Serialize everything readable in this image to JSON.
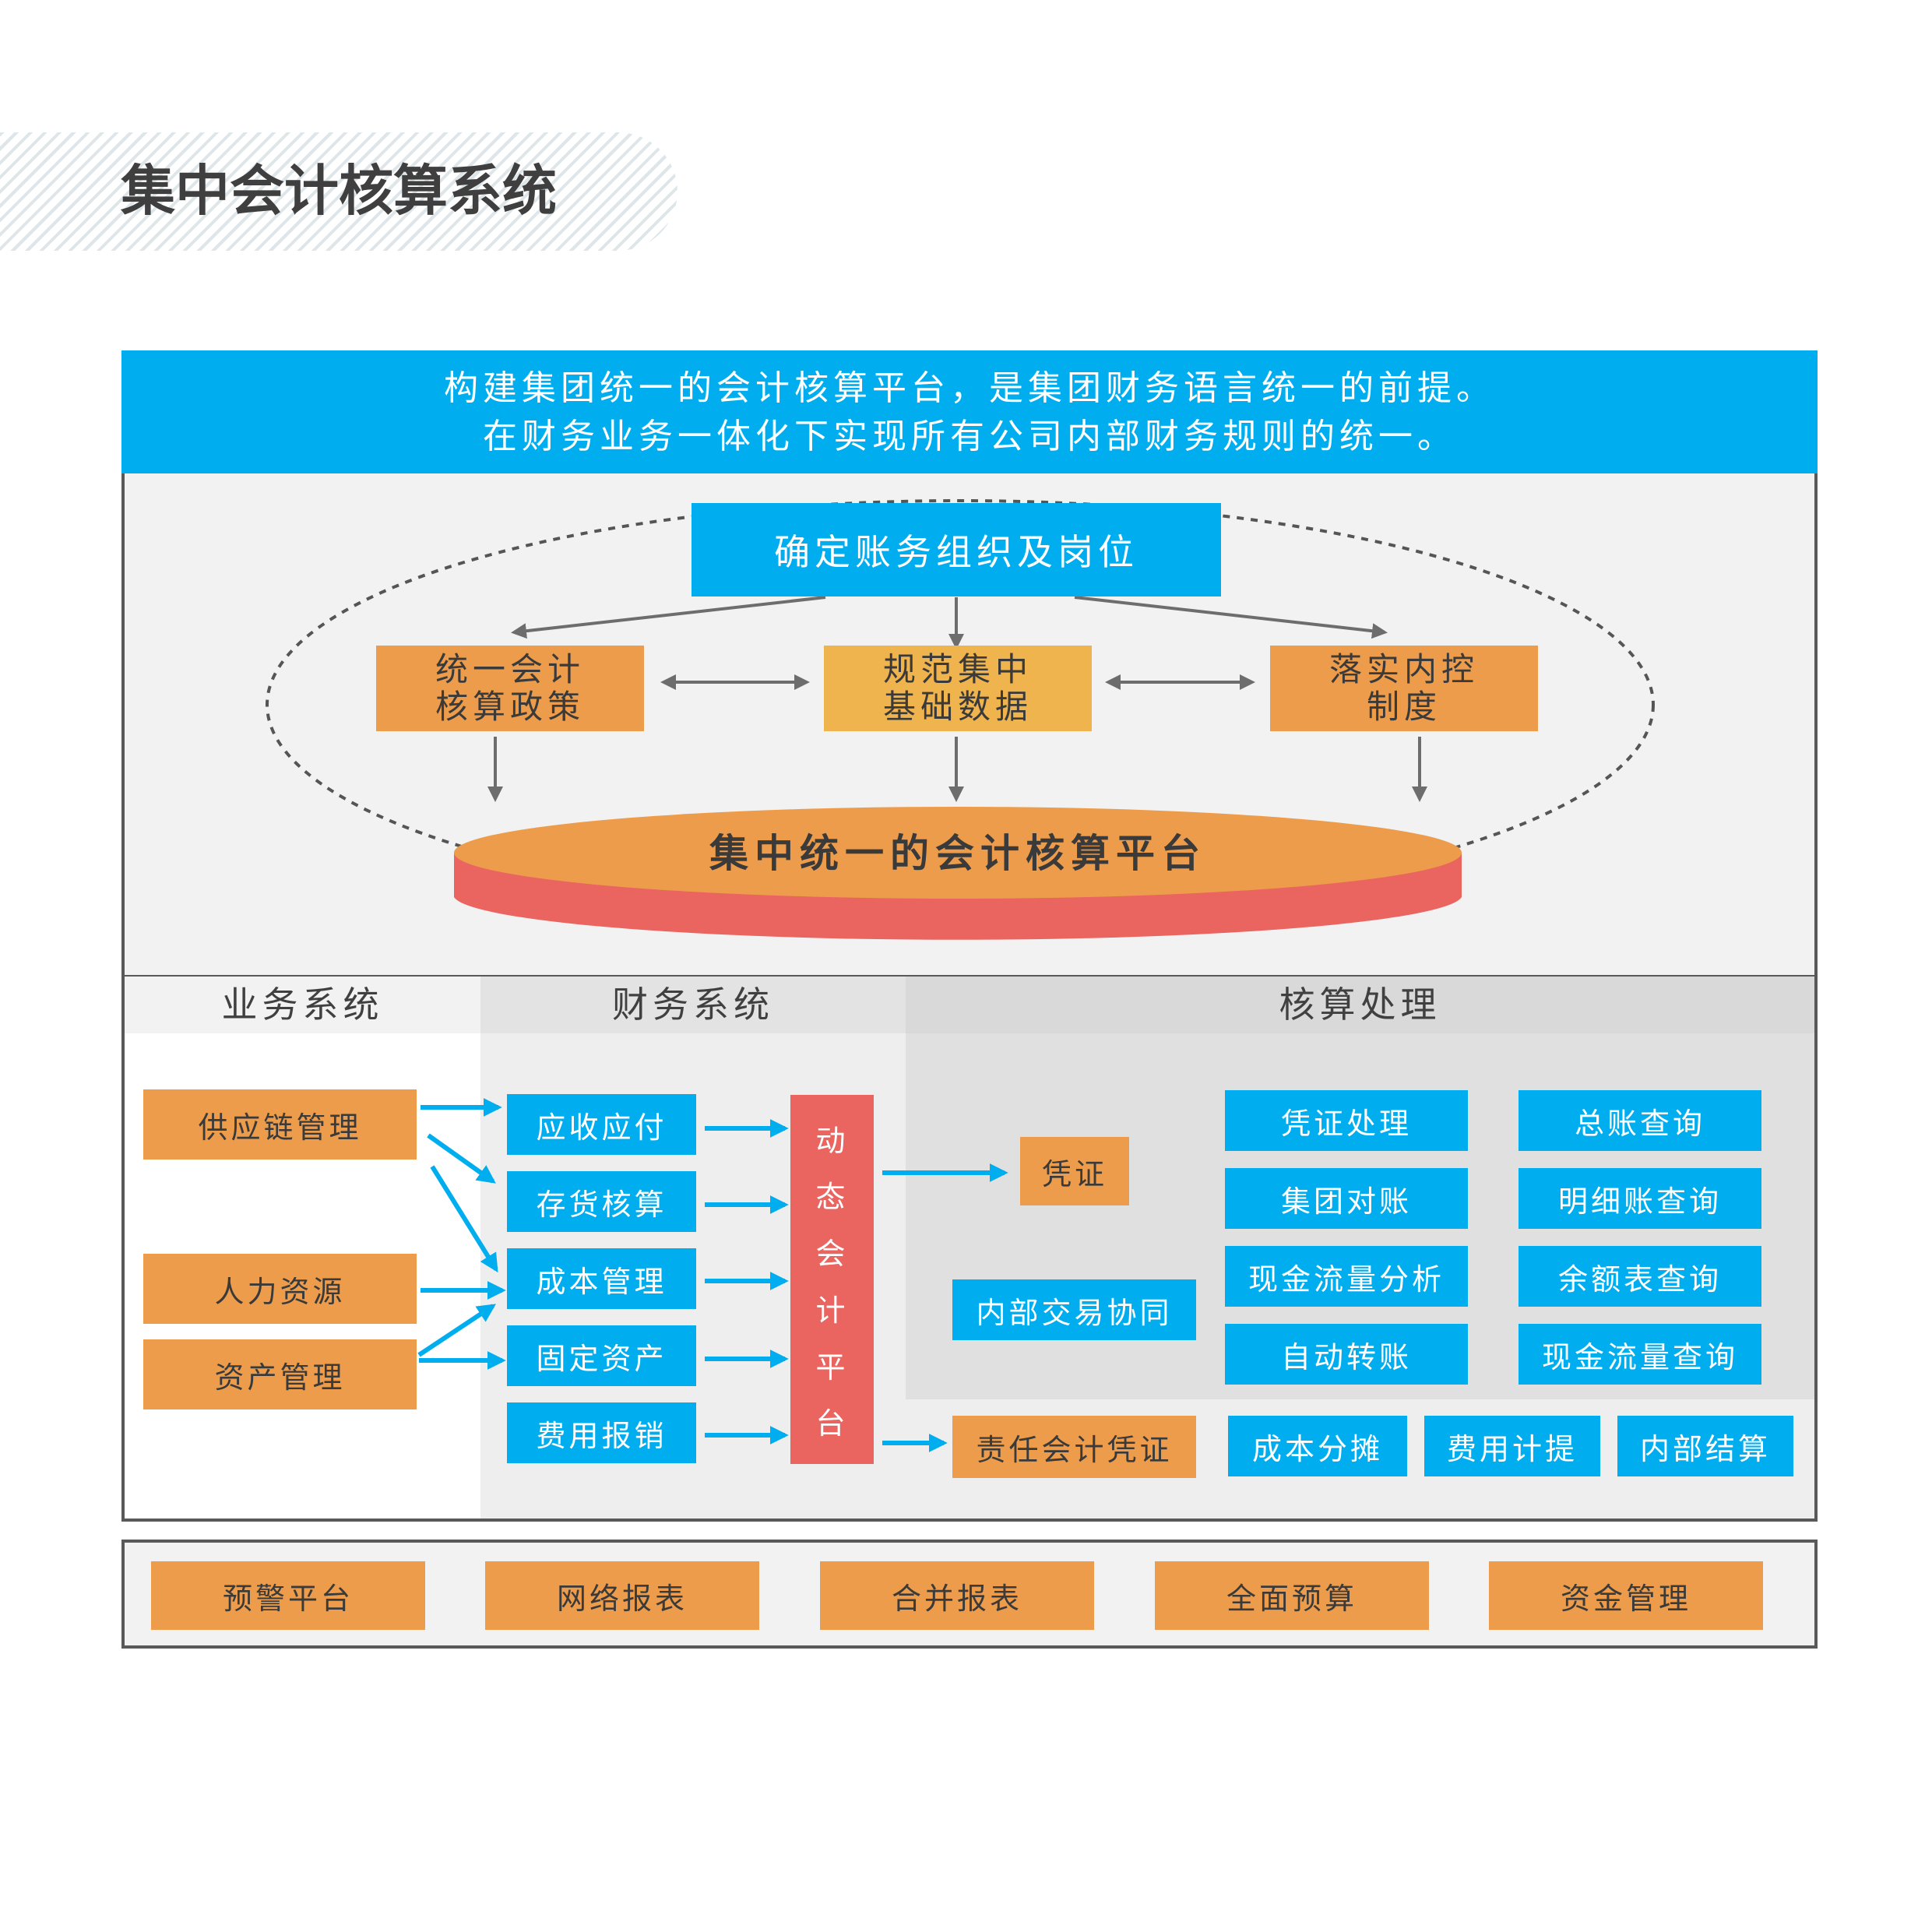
{
  "page_title": "集中会计核算系统",
  "banner": {
    "line1": "构建集团统一的会计核算平台，是集团财务语言统一的前提。",
    "line2": "在财务业务一体化下实现所有公司内部财务规则的统一。"
  },
  "top": {
    "root": "确定账务组织及岗位",
    "policy": [
      "统一会计",
      "核算政策"
    ],
    "data": [
      "规范集中",
      "基础数据"
    ],
    "control": [
      "落实内控",
      "制度"
    ],
    "platform": "集中统一的会计核算平台"
  },
  "columns": {
    "business": "业务系统",
    "finance": "财务系统",
    "accounting": "核算处理"
  },
  "business_items": [
    "供应链管理",
    "人力资源",
    "资产管理"
  ],
  "finance_items": [
    "应收应付",
    "存货核算",
    "成本管理",
    "固定资产",
    "费用报销"
  ],
  "dynamic_platform": [
    "动",
    "态",
    "会",
    "计",
    "平",
    "台"
  ],
  "voucher": "凭证",
  "internal_trade": "内部交易协同",
  "responsibility_voucher": "责任会计凭证",
  "process_left": [
    "凭证处理",
    "集团对账",
    "现金流量分析",
    "自动转账"
  ],
  "process_right": [
    "总账查询",
    "明细账查询",
    "余额表查询",
    "现金流量查询"
  ],
  "bottom_row": [
    "成本分摊",
    "费用计提",
    "内部结算"
  ],
  "footer_items": [
    "预警平台",
    "网络报表",
    "合并报表",
    "全面预算",
    "资金管理"
  ],
  "colors": {
    "blue": "#00aeef",
    "orange": "#ed9c4b",
    "yellow": "#f0b44f",
    "red": "#ea6460",
    "panel": "#f2f2f2",
    "shaded": "#e3e3e3"
  }
}
